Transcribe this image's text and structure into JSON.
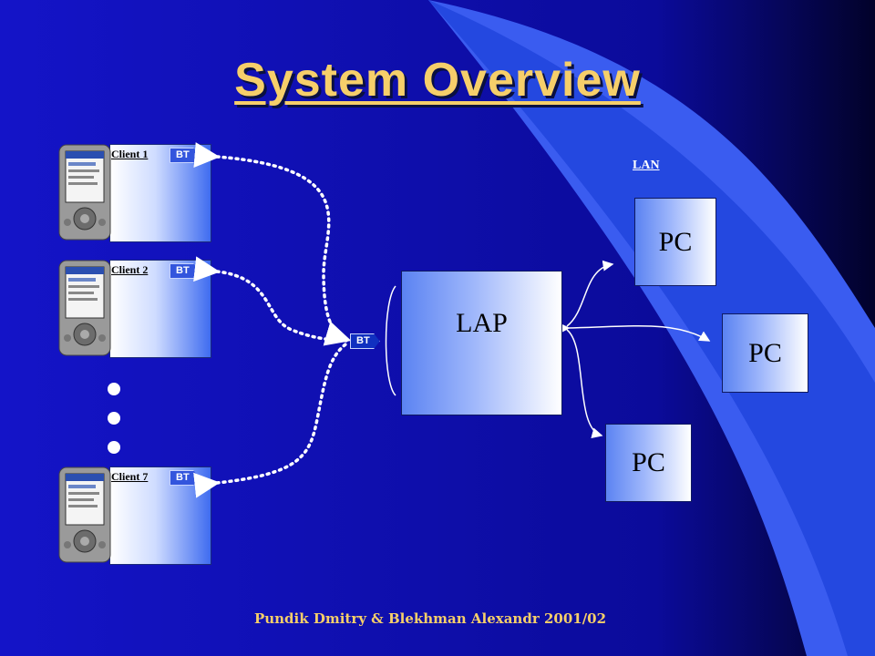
{
  "slide": {
    "title": "System Overview",
    "footer": "Pundik Dmitry & Blekhman Alexandr 2001/02",
    "colors": {
      "background": "#0a0a88",
      "title": "#f6cf6a",
      "accent_arc": "#3a5cf0"
    }
  },
  "clients": [
    {
      "label": "Client 1",
      "badge": "BT"
    },
    {
      "label": "Client 2",
      "badge": "BT"
    },
    {
      "label": "Client 7",
      "badge": "BT"
    }
  ],
  "lap": {
    "label": "LAP",
    "badge": "BT"
  },
  "network": {
    "label": "LAN"
  },
  "pcs": [
    {
      "label": "PC"
    },
    {
      "label": "PC"
    },
    {
      "label": "PC"
    }
  ]
}
